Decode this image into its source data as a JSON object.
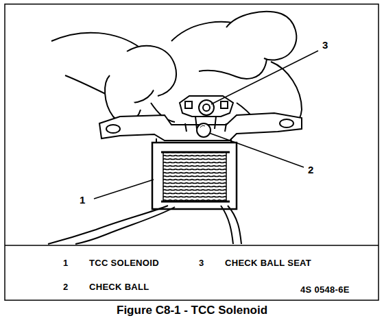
{
  "diagram": {
    "caption": "Figure C8-1 - TCC Solenoid",
    "labels": [
      "1",
      "3",
      "2",
      "1",
      "TCC SOLENOID",
      "3",
      "CHECK BALL SEAT",
      "2",
      "CHECK BALL",
      "4S 0548-6E"
    ]
  }
}
